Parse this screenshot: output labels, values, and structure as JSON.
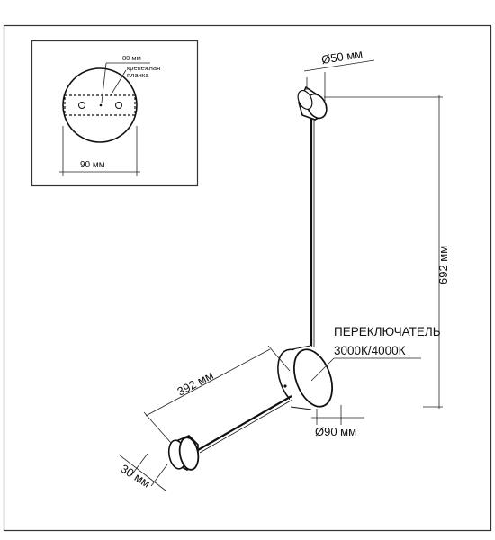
{
  "inset": {
    "plate_label": "80 мм",
    "plate_note_line1": "крепежная",
    "plate_note_line2": "планка",
    "canopy_width": "90 мм"
  },
  "dimensions": {
    "top_head_diameter": "Ø50 мм",
    "overall_height": "692 мм",
    "arm_length": "392 мм",
    "body_diameter": "Ø90 мм",
    "bottom_head_depth": "30 мм"
  },
  "switch_note": {
    "line1": "ПЕРЕКЛЮЧАТЕЛЬ",
    "line2": "3000К/4000К"
  }
}
